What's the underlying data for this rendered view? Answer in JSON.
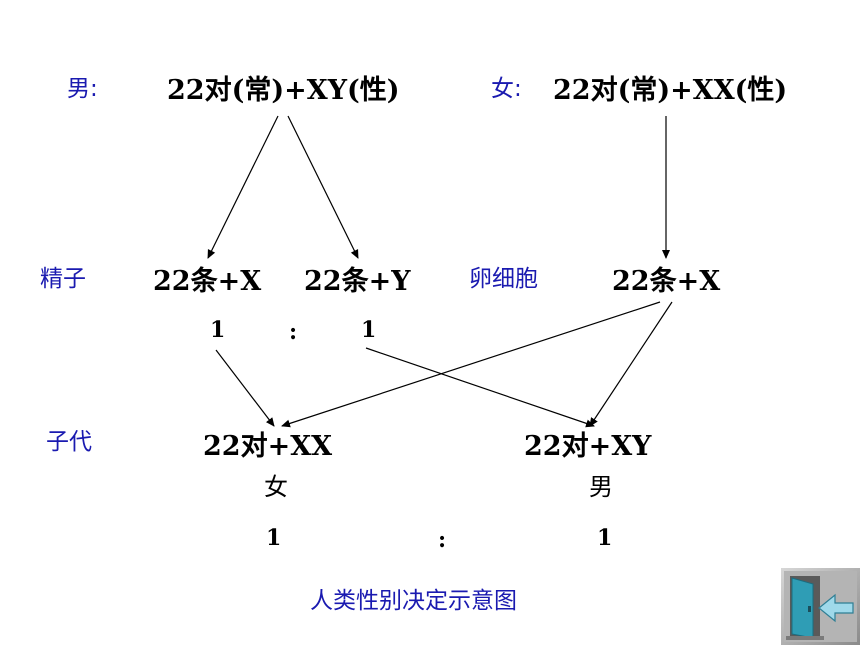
{
  "diagram": {
    "row1": {
      "male_label": "男:",
      "male_formula": "22对(常)+XY(性)",
      "female_label": "女:",
      "female_formula": "22对(常)+XX(性)"
    },
    "row2": {
      "sperm_label": "精子",
      "sperm_x": "22条+X",
      "sperm_y": "22条+Y",
      "egg_label": "卵细胞",
      "egg_x": "22条+X"
    },
    "sperm_ratio": {
      "left": "1",
      "colon": ":",
      "right": "1"
    },
    "row3": {
      "offspring_label": "子代",
      "offspring_female_formula": "22对+XX",
      "offspring_female_sex": "女",
      "offspring_male_formula": "22对+XY",
      "offspring_male_sex": "男"
    },
    "offspring_ratio": {
      "left": "1",
      "colon": ":",
      "right": "1"
    },
    "caption": "人类性别决定示意图"
  },
  "nav": {
    "exit_icon": "exit-door-arrow-icon"
  },
  "colors": {
    "label_blue": "#1a1ab0",
    "text_black": "#000000",
    "icon_door": "#2f9db5",
    "icon_frame": "#9e9e9e"
  }
}
